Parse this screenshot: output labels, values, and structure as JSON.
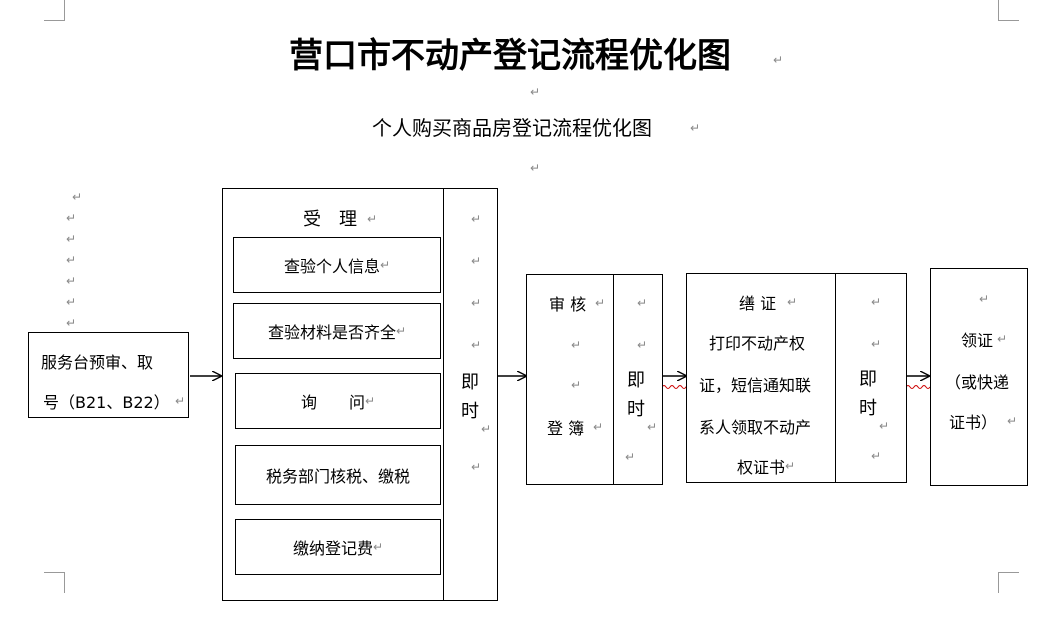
{
  "document": {
    "title": "营口市不动产登记流程优化图",
    "subtitle": "个人购买商品房登记流程优化图",
    "paragraph_mark": "↵"
  },
  "flow": {
    "step1": {
      "line1": "服务台预审、取",
      "line2": "号（B21、B22）"
    },
    "step2": {
      "header": "受　理",
      "items": [
        "查验个人信息",
        "查验材料是否齐全",
        "询　　问",
        "税务部门核税、缴税",
        "缴纳登记费"
      ]
    },
    "immediate": {
      "line1": "即",
      "line2": "时"
    },
    "step3": {
      "line1": "审 核",
      "line2": "登 簿"
    },
    "step4": {
      "line1": "缮 证",
      "line2": "打印不动产权",
      "line3": "证，短信通知联",
      "line4": "系人领取不动产",
      "line5": "权证书"
    },
    "step5": {
      "line1": "领证",
      "line2": "（或快递",
      "line3": "证书）"
    }
  }
}
